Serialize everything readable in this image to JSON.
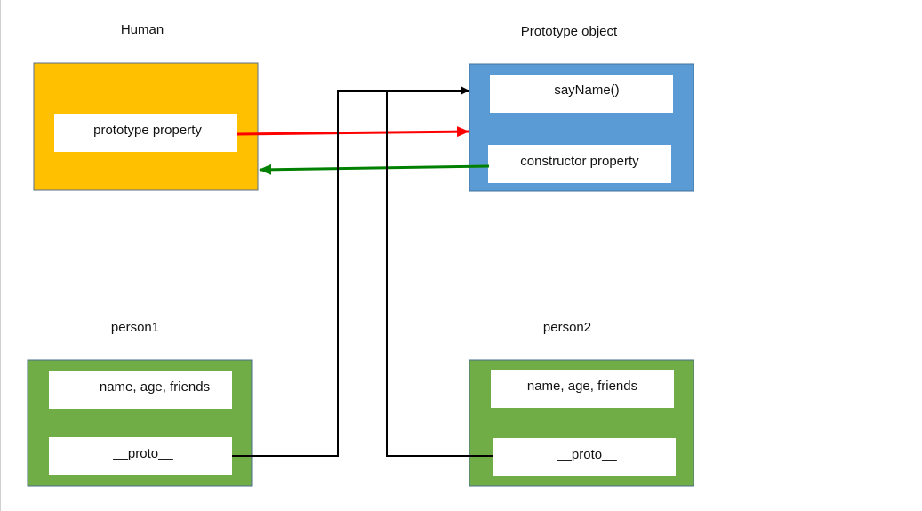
{
  "labels": {
    "human": "Human",
    "prototype_object": "Prototype object",
    "person1": "person1",
    "person2": "person2"
  },
  "human": {
    "prototype_property": "prototype property"
  },
  "prototype": {
    "say_name": "sayName()",
    "constructor_property": "constructor property"
  },
  "person1": {
    "fields": "name, age, friends",
    "proto": "__proto__"
  },
  "person2": {
    "fields": "name, age, friends",
    "proto": "__proto__"
  },
  "colors": {
    "human": "#FFC000",
    "prototype": "#5B9BD5",
    "person": "#70AD47",
    "prototype_link": "#FF0000",
    "constructor_link": "#008000",
    "proto_link": "#000000"
  }
}
